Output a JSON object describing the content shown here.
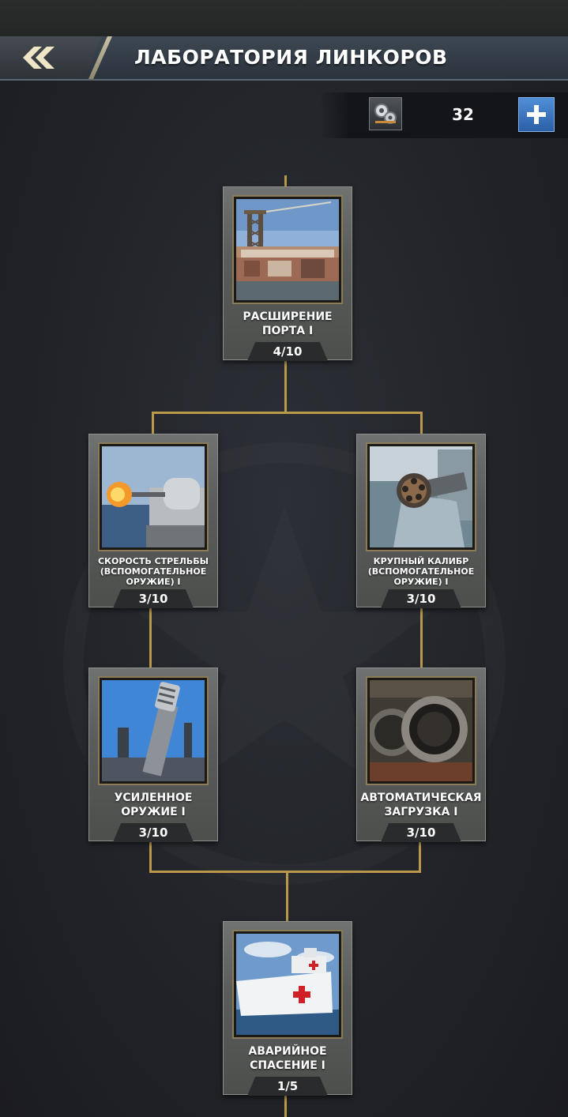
{
  "header": {
    "title": "ЛАБОРАТОРИЯ ЛИНКОРОВ",
    "back_icon": "double-chevron-left-icon"
  },
  "resources": {
    "icon": "gears-icon",
    "count": "32",
    "add_icon": "plus-icon"
  },
  "colors": {
    "connector": "#b89a4a",
    "header_bg": "#2b333c",
    "plus_button": "#3b78c3"
  },
  "upgrades": [
    {
      "id": "port",
      "label": "РАСШИРЕНИЕ ПОРТА I",
      "progress": "4/10",
      "level": 4,
      "max": 10
    },
    {
      "id": "fire-rate",
      "label": "СКОРОСТЬ СТРЕЛЬБЫ (ВСПОМОГАТЕЛЬНОЕ ОРУЖИЕ) I",
      "progress": "3/10",
      "level": 3,
      "max": 10
    },
    {
      "id": "caliber",
      "label": "КРУПНЫЙ КАЛИБР (ВСПОМОГАТЕЛЬНОЕ ОРУЖИЕ) I",
      "progress": "3/10",
      "level": 3,
      "max": 10
    },
    {
      "id": "weapon",
      "label": "УСИЛЕННОЕ ОРУЖИЕ I",
      "progress": "3/10",
      "level": 3,
      "max": 10
    },
    {
      "id": "autoload",
      "label": "АВТОМАТИЧЕСКАЯ ЗАГРУЗКА I",
      "progress": "3/10",
      "level": 3,
      "max": 10
    },
    {
      "id": "rescue",
      "label": "АВАРИЙНОЕ СПАСЕНИЕ I",
      "progress": "1/5",
      "level": 1,
      "max": 5
    }
  ]
}
